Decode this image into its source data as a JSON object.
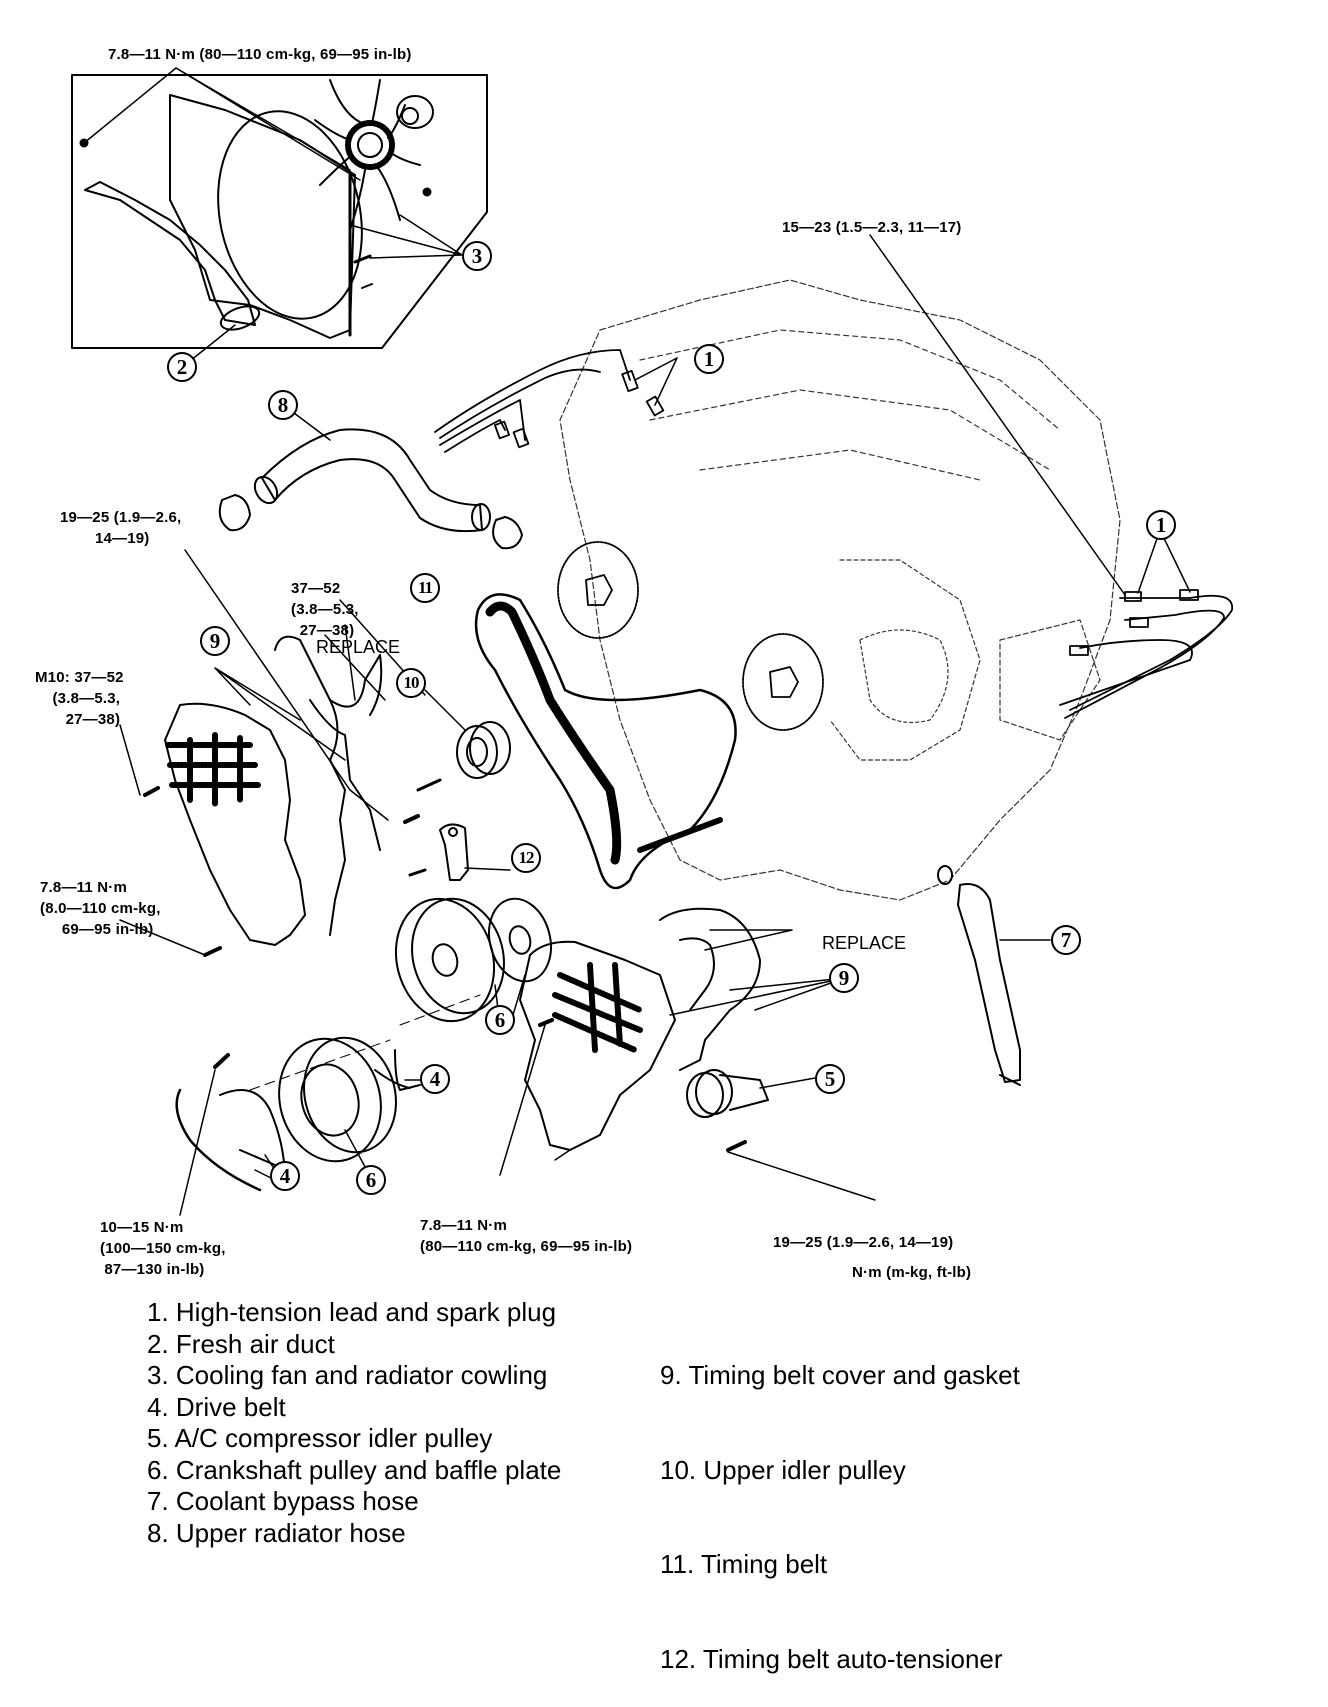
{
  "diagram": {
    "title": "Timing belt removal — exploded view",
    "callouts": [
      {
        "id": "1",
        "ref": "High-tension lead and spark plug"
      },
      {
        "id": "2",
        "ref": "Fresh air duct"
      },
      {
        "id": "3",
        "ref": "Cooling fan and radiator cowling"
      },
      {
        "id": "4",
        "ref": "Drive belt"
      },
      {
        "id": "5",
        "ref": "A/C compressor idler pulley"
      },
      {
        "id": "6",
        "ref": "Crankshaft pulley and baffle plate"
      },
      {
        "id": "7",
        "ref": "Coolant bypass hose"
      },
      {
        "id": "8",
        "ref": "Upper radiator hose"
      },
      {
        "id": "9",
        "ref": "Timing belt cover and gasket"
      },
      {
        "id": "10",
        "ref": "Upper idler pulley"
      },
      {
        "id": "11",
        "ref": "Timing belt"
      },
      {
        "id": "12",
        "ref": "Timing belt auto-tensioner"
      }
    ],
    "torque_specs": {
      "fan_shroud": "7.8—11 N·m (80—110 cm-kg, 69—95 in-lb)",
      "spark_plug": "15—23 (1.5—2.3, 11—17)",
      "hose_clamp": "19—25 (1.9—2.6,\n        14—19)",
      "idler_bolt": "37—52\n(3.8—5.3,\n  27—38)",
      "m10_bolt": "M10: 37—52\n    (3.8—5.3,\n       27—38)",
      "upper_cover": "7.8—11 N·m\n(8.0—110 cm-kg,\n     69—95 in-lb)",
      "crank_bolt": "10—15 N·m\n(100—150 cm-kg,\n 87—130 in-lb)",
      "lower_cover": "7.8—11 N·m\n(80—110 cm-kg, 69—95 in-lb)",
      "ac_idler": "19—25 (1.9—2.6, 14—19)",
      "units": "N·m (m-kg, ft-lb)"
    },
    "notes": {
      "replace_top": "REPLACE",
      "replace_right": "REPLACE"
    }
  },
  "legend": {
    "left": [
      "1. High-tension lead and spark plug",
      "2. Fresh air duct",
      "3. Cooling fan and radiator cowling",
      "4. Drive belt",
      "5. A/C compressor idler pulley",
      "6. Crankshaft pulley and baffle plate",
      "7. Coolant bypass hose",
      "8. Upper radiator hose"
    ],
    "right": [
      " 9. Timing belt cover and gasket",
      "10. Upper idler pulley",
      "11. Timing belt",
      "12. Timing belt auto-tensioner"
    ]
  }
}
